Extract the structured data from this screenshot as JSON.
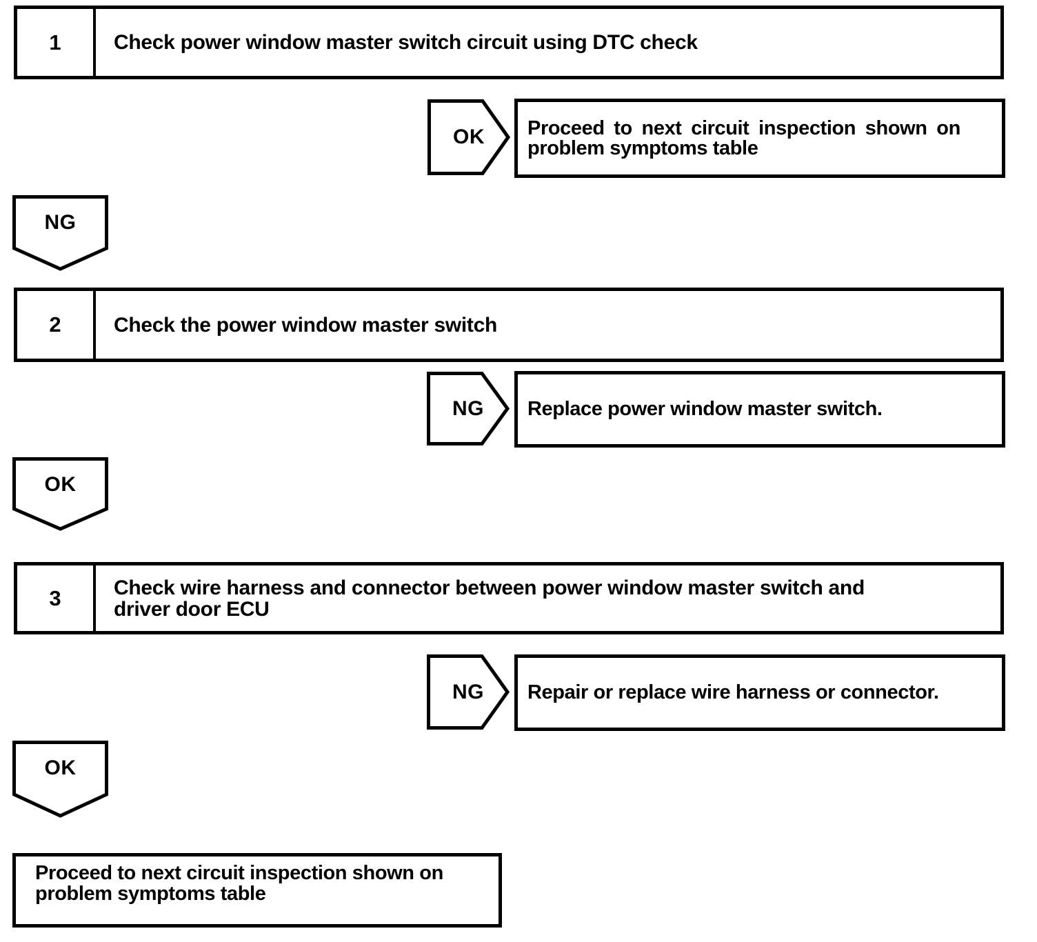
{
  "colors": {
    "ink": "#000000",
    "paper": "#ffffff"
  },
  "steps": [
    {
      "number": "1",
      "lines": [
        "Check power window master switch circuit using DTC check"
      ]
    },
    {
      "number": "2",
      "lines": [
        "Check the power window master switch"
      ]
    },
    {
      "number": "3",
      "lines": [
        "Check wire harness and connector between power window master switch and",
        "driver door ECU"
      ]
    }
  ],
  "branches": [
    {
      "label": "OK",
      "result_lines": [
        "Proceed to next circuit inspection shown on",
        "problem symptoms table"
      ]
    },
    {
      "label": "NG",
      "result_lines": [
        "Replace power window master switch."
      ]
    },
    {
      "label": "NG",
      "result_lines": [
        "Repair or replace wire harness or connector."
      ]
    }
  ],
  "connectors": [
    {
      "label": "NG"
    },
    {
      "label": "OK"
    },
    {
      "label": "OK"
    }
  ],
  "terminal": {
    "lines": [
      "Proceed to next circuit inspection shown on",
      "problem symptoms table"
    ]
  }
}
